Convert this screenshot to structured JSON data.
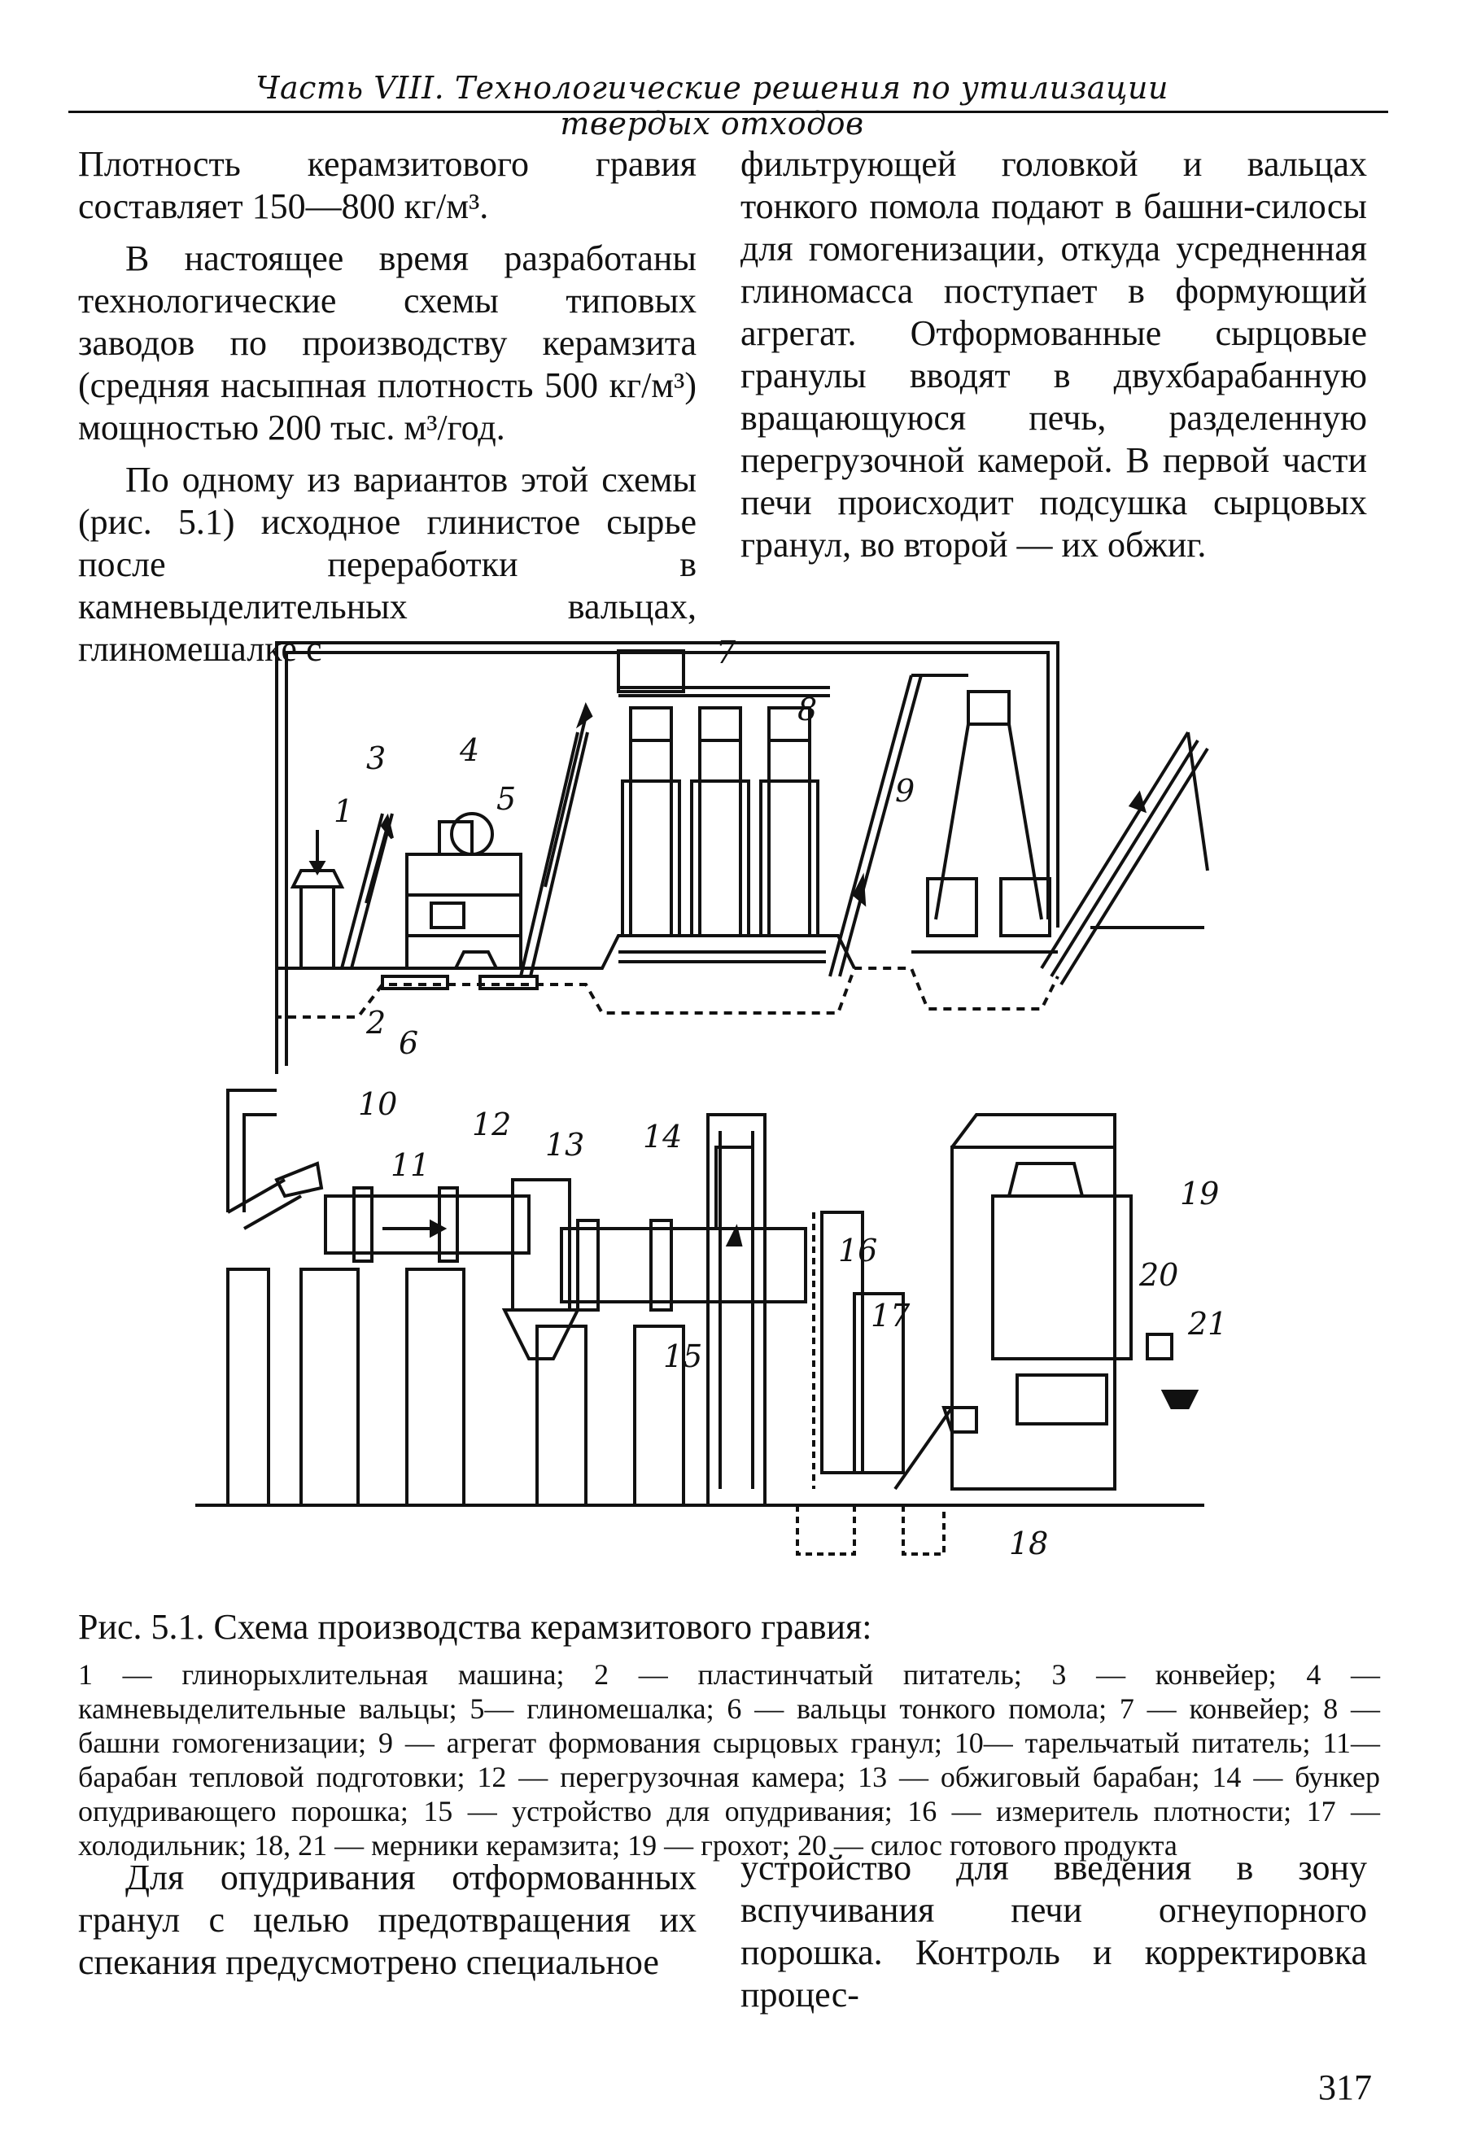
{
  "header": "Часть VIII. Технологические решения по утилизации твердых отходов",
  "left_column": [
    "Плотность керамзитового гравия составляет 150—800 кг/м³.",
    "В настоящее время разработаны технологические схемы типовых заводов по производству керамзита (средняя насыпная плотность 500 кг/м³) мощностью 200 тыс. м³/год.",
    "По одному из вариантов этой схемы (рис. 5.1) исходное глинистое сырье после переработки в камневыделительных вальцах, глиномешалке с"
  ],
  "right_column": [
    "фильтрующей головкой и вальцах тонкого помола подают в башни-силосы для гомогенизации, откуда усредненная глиномасса поступает в формующий агрегат. Отформованные сырцовые гранулы вводят в двухбарабанную вращающуюся печь, разделенную перегрузочной камерой. В первой части печи происходит подсушка сырцовых гранул, во второй — их обжиг."
  ],
  "figure": {
    "labels": {
      "l1": "1",
      "l2": "2",
      "l3": "3",
      "l4": "4",
      "l5": "5",
      "l6": "6",
      "l7": "7",
      "l8": "8",
      "l9": "9",
      "l10": "10",
      "l11": "11",
      "l12": "12",
      "l13": "13",
      "l14": "14",
      "l15": "15",
      "l16": "16",
      "l17": "17",
      "l18": "18",
      "l19": "19",
      "l20": "20",
      "l21": "21"
    }
  },
  "caption": {
    "title": "Рис. 5.1. Схема производства керамзитового гравия:",
    "legend": "1 — глинорыхлительная машина; 2 — пластинчатый питатель; 3 — конвейер; 4 — камневыделительные вальцы; 5— глиномешалка; 6 — вальцы тонкого помола; 7 — конвейер; 8 — башни гомогенизации; 9 — агрегат формования сырцовых гранул; 10— тарельчатый питатель; 11— барабан тепловой подготовки; 12 — перегрузочная камера; 13 — обжиговый барабан; 14 — бункер опудривающего порошка; 15 — устройство для опудривания; 16 — измеритель плотности; 17 — холодильник; 18, 21 — мерники керамзита; 19 — грохот; 20 — силос готового продукта"
  },
  "bottom_left": "Для опудривания отформованных гранул с целью предотвращения их спекания предусмотрено специальное",
  "bottom_right": "устройство для введения в зону вспучивания печи огнеупорного порошка. Контроль и корректировка процес-",
  "page_number": "317"
}
